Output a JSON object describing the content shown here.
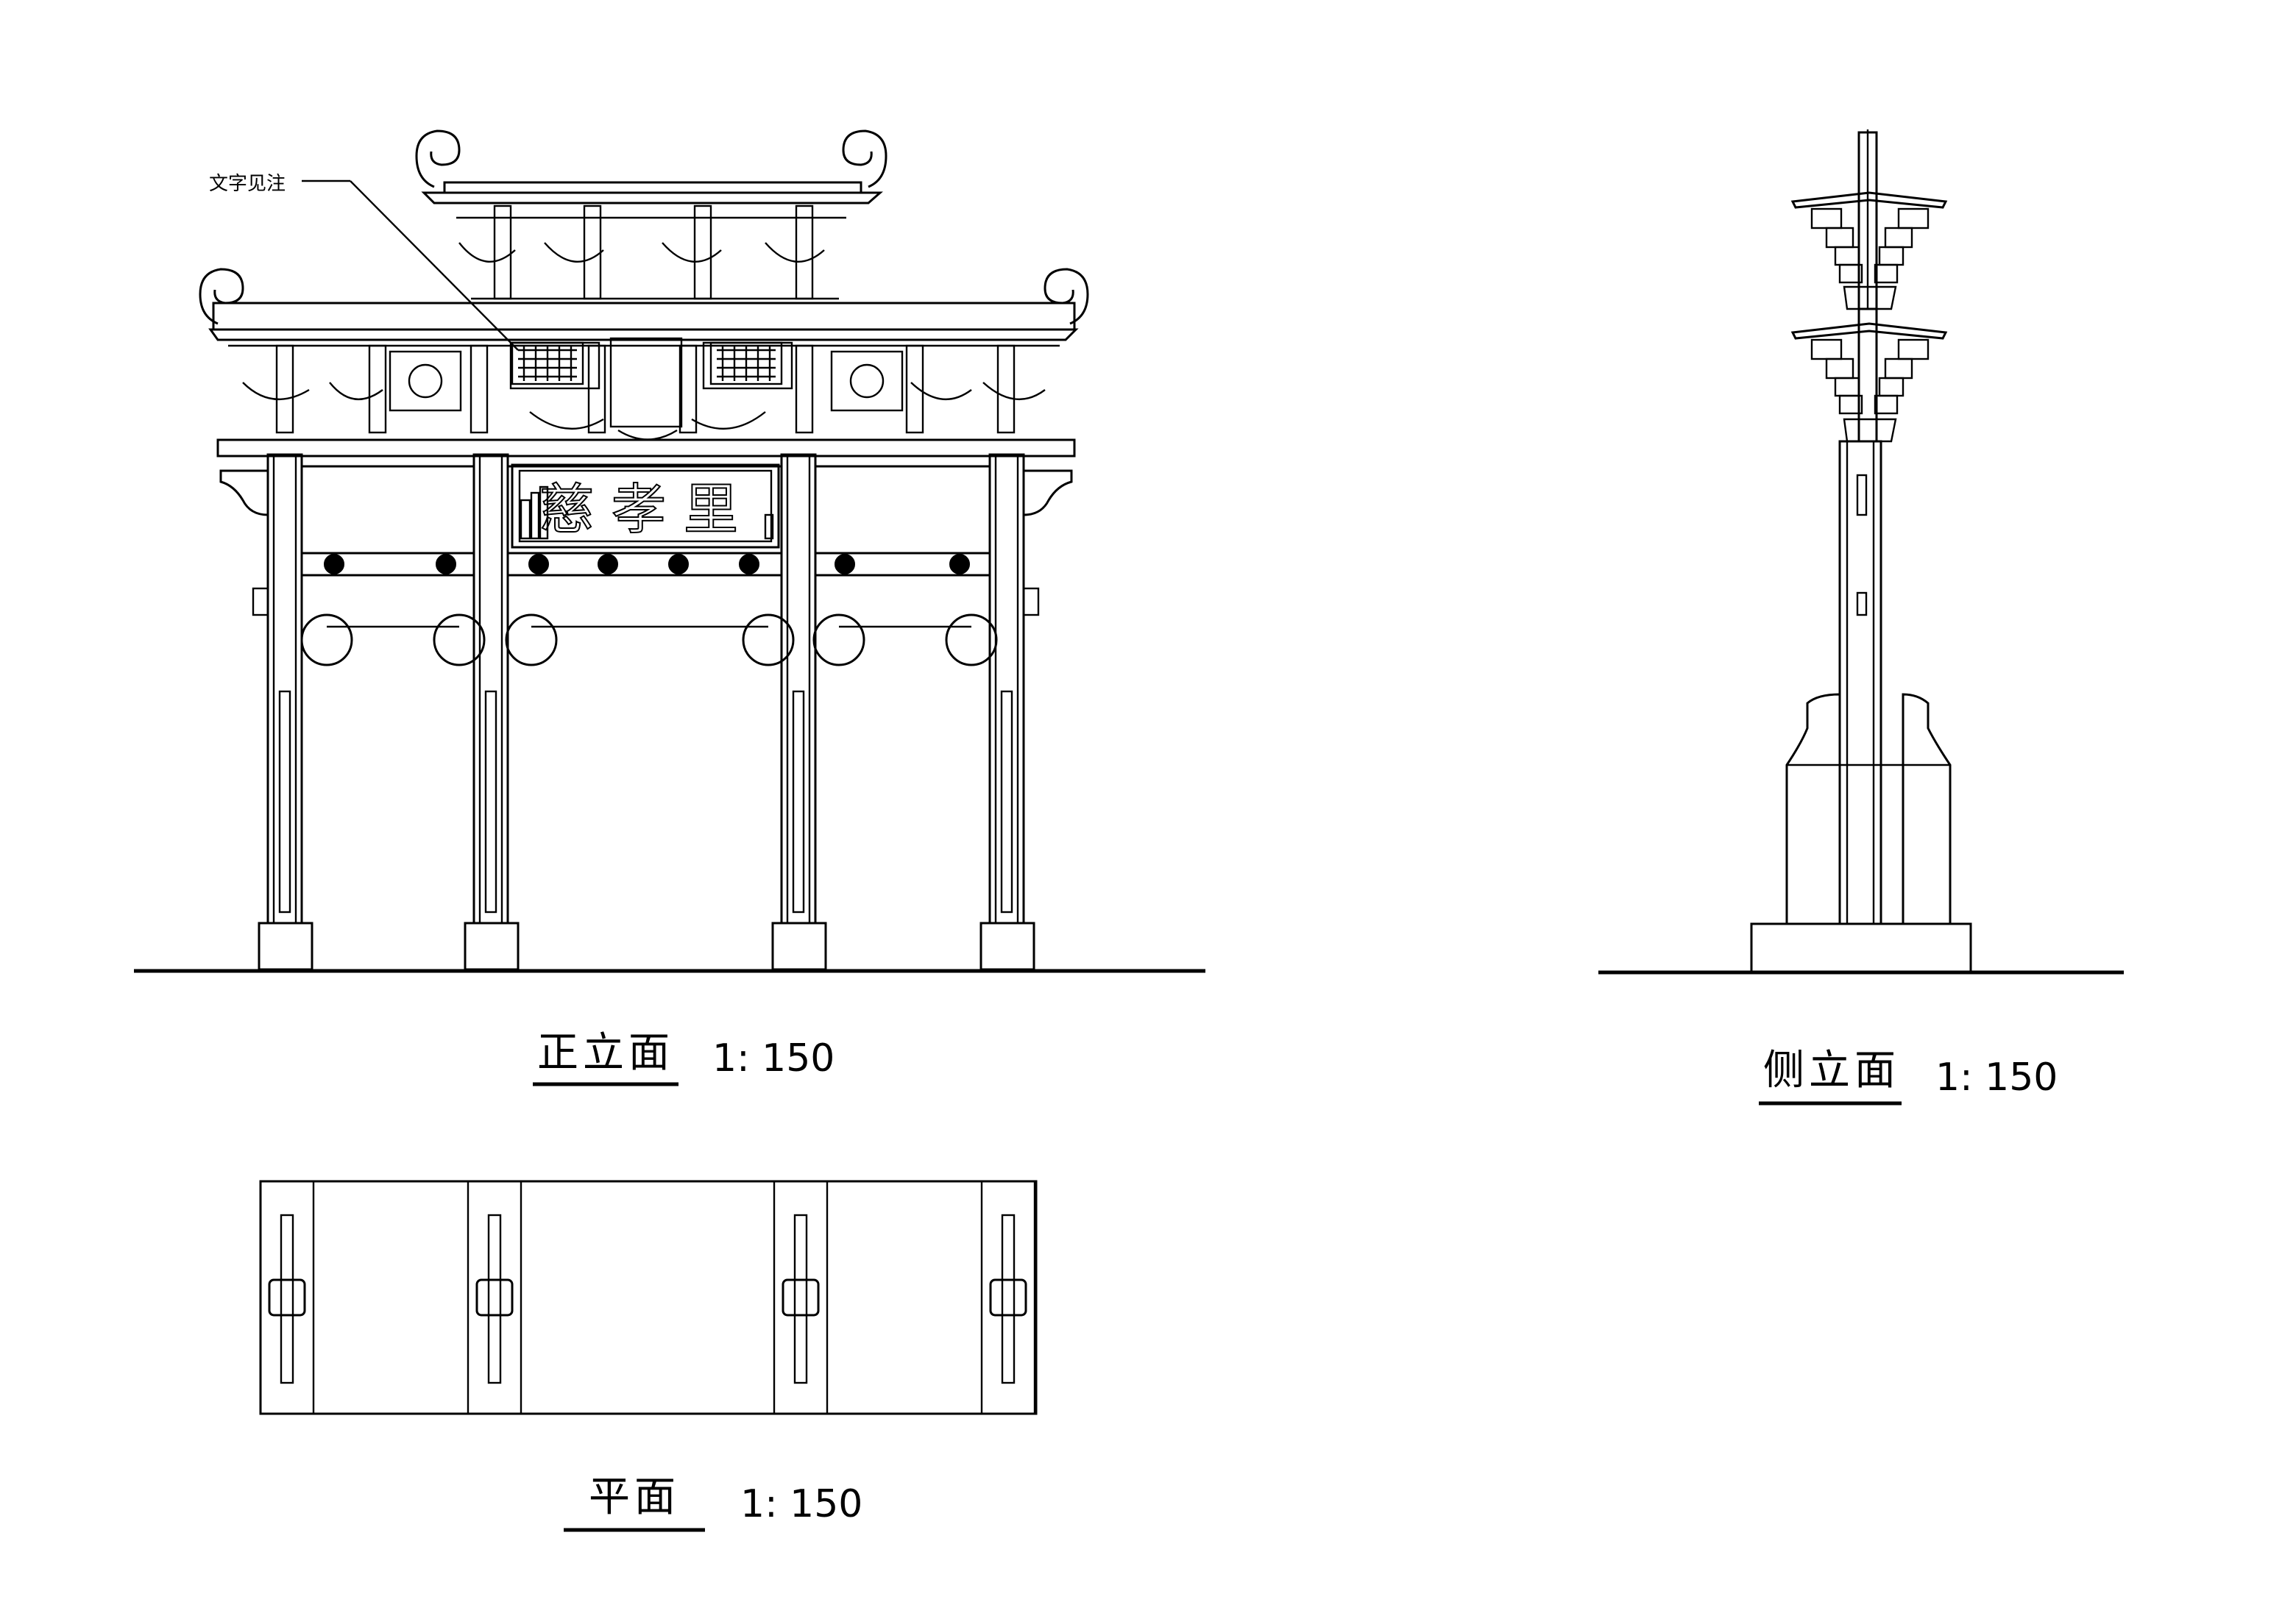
{
  "annotation": {
    "text": "文字见注"
  },
  "plaque": {
    "text": "慈孝里"
  },
  "views": {
    "front": {
      "title": "正立面",
      "scale": "1: 150"
    },
    "side": {
      "title": "侧立面",
      "scale": "1: 150"
    },
    "plan": {
      "title": "平面",
      "scale": "1: 150"
    }
  },
  "colors": {
    "line": "#000000",
    "background": "#ffffff"
  }
}
